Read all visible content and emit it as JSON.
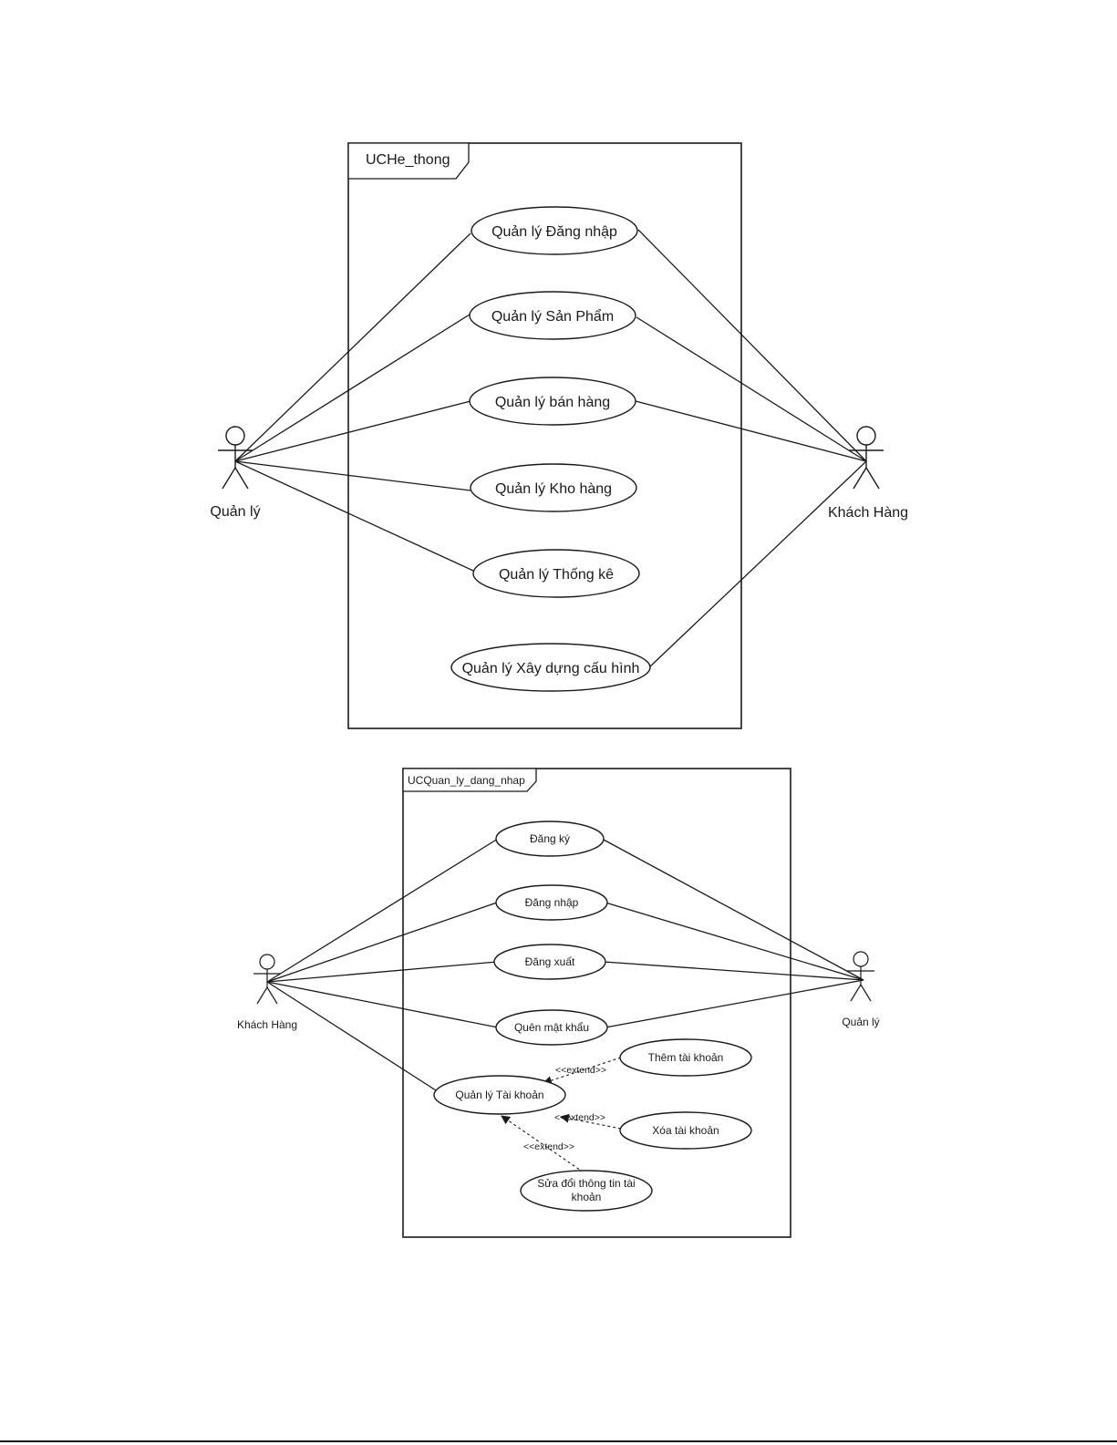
{
  "diagram1": {
    "frame_label": "UCHe_thong",
    "actors": {
      "left": "Quản lý",
      "right": "Khách Hàng"
    },
    "use_cases": [
      "Quản lý Đăng nhập",
      "Quản lý Sản Phẩm",
      "Quản lý bán hàng",
      "Quản lý Kho hàng",
      "Quản lý Thống kê",
      "Quản lý Xây dựng cấu hình"
    ]
  },
  "diagram2": {
    "frame_label": "UCQuan_ly_dang_nhap",
    "actors": {
      "left": "Khách Hàng",
      "right": "Quản lý"
    },
    "use_cases": {
      "dang_ky": "Đăng ký",
      "dang_nhap": "Đăng nhập",
      "dang_xuat": "Đăng xuất",
      "quen_mat_khau": "Quên mật khẩu",
      "quan_ly_tai_khoan": "Quản lý Tài khoản",
      "them_tai_khoan": "Thêm tài khoản",
      "xoa_tai_khoan": "Xóa tài khoản",
      "sua_doi_line1": "Sửa đổi thông tin tài",
      "sua_doi_line2": "khoản"
    },
    "extend_label": "<<extend>>"
  }
}
